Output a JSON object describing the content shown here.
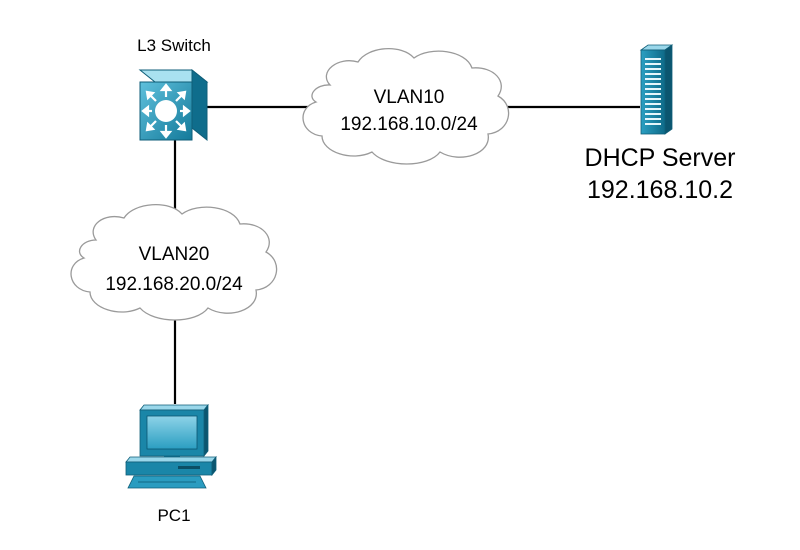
{
  "diagram": {
    "switch": {
      "label": "L3 Switch",
      "icon": "l3-switch-icon"
    },
    "server": {
      "name": "DHCP Server",
      "ip": "192.168.10.2",
      "icon": "server-tower-icon"
    },
    "vlan10": {
      "name": "VLAN10",
      "subnet": "192.168.10.0/24",
      "icon": "cloud-icon"
    },
    "vlan20": {
      "name": "VLAN20",
      "subnet": "192.168.20.0/24",
      "icon": "cloud-icon"
    },
    "pc": {
      "label": "PC1",
      "icon": "desktop-computer-icon"
    }
  },
  "colors": {
    "device_fill": "#1f8fb0",
    "device_dark": "#0f5e78",
    "device_light": "#68c3dd",
    "line": "#000000"
  }
}
